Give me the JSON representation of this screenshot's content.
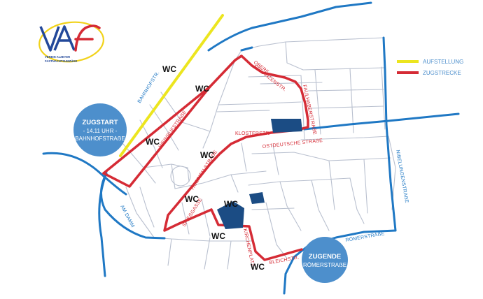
{
  "colors": {
    "route": "#d52b35",
    "assembly": "#ece51f",
    "main_road": "#1f78c4",
    "street": "#b9c0cf",
    "circle": "#4d8fcc",
    "building": "#1b4c84",
    "label_red": "#d52b35",
    "label_blue": "#1f78c4",
    "logo_blue": "#23489a",
    "logo_red": "#d52b35",
    "logo_yellow": "#f1d21a"
  },
  "logo": {
    "letters": "VAF",
    "line1": "VEREIN ALZEYER",
    "line2": "FASTNACHTSUMZÜGE"
  },
  "legend": {
    "assembly": "AUFSTELLUNG",
    "route": "ZUGSTRECKE"
  },
  "start": {
    "title": "ZUGSTART",
    "time": "- 14.11 UHR -",
    "place": "BAHNHOFSTRAẞE"
  },
  "end": {
    "title": "ZUGENDE",
    "place": "RÖMERSTRAẞE"
  },
  "wc_label": "WC",
  "streets": {
    "bahnhofstr": "BAHNHOFSTR.",
    "weinrufstrasse": "WEINRUFSTRAẞE",
    "obere": "OBERE",
    "schanzenstr": "SCHANZENSTR.",
    "faulhaber": "FAULHABERSTRAẞE",
    "klosterstr": "KLOSTERSTR.",
    "ostdeutsche": "OSTDEUTSCHE STRAẞE",
    "hospital": "HOSPITALSTRAẞE",
    "spiess": "SPIEẞGASSE",
    "kirchenplatz": "KIRCHENPLATZ",
    "bleichstr": "BLEICHSTR.",
    "amdamm": "AM DAMM",
    "nibelungen": "NIBELUNGENSTRAẞE",
    "roemer": "RÖMERSTRAẞE"
  }
}
